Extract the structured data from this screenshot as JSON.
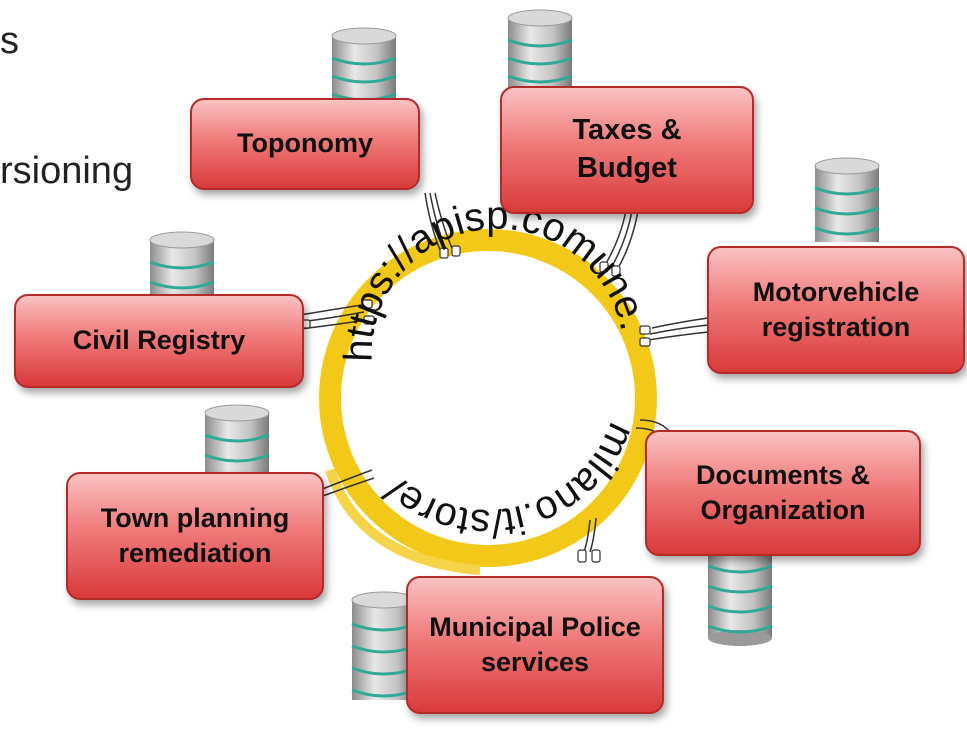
{
  "left_text": {
    "fragment_1": "s",
    "fragment_2": "rsioning"
  },
  "center": {
    "url_text": "https://apisp.comune.milano.it/store/"
  },
  "modules": [
    {
      "id": "toponomy",
      "label": "Toponomy"
    },
    {
      "id": "taxes",
      "label": "Taxes &\nBudget"
    },
    {
      "id": "motor",
      "label": "Motorvehicle\nregistration"
    },
    {
      "id": "civil",
      "label": "Civil Registry"
    },
    {
      "id": "documents",
      "label": "Documents &\nOrganization"
    },
    {
      "id": "town",
      "label": "Town planning\nremediation"
    },
    {
      "id": "police",
      "label": "Municipal Police\nservices"
    }
  ],
  "colors": {
    "ring": "#f2c300",
    "box_top": "#f9c2c2",
    "box_bottom": "#d93a3a",
    "db_stripe": "#2eaa96"
  },
  "icons": [
    "database-icon",
    "cable-connector-icon"
  ]
}
